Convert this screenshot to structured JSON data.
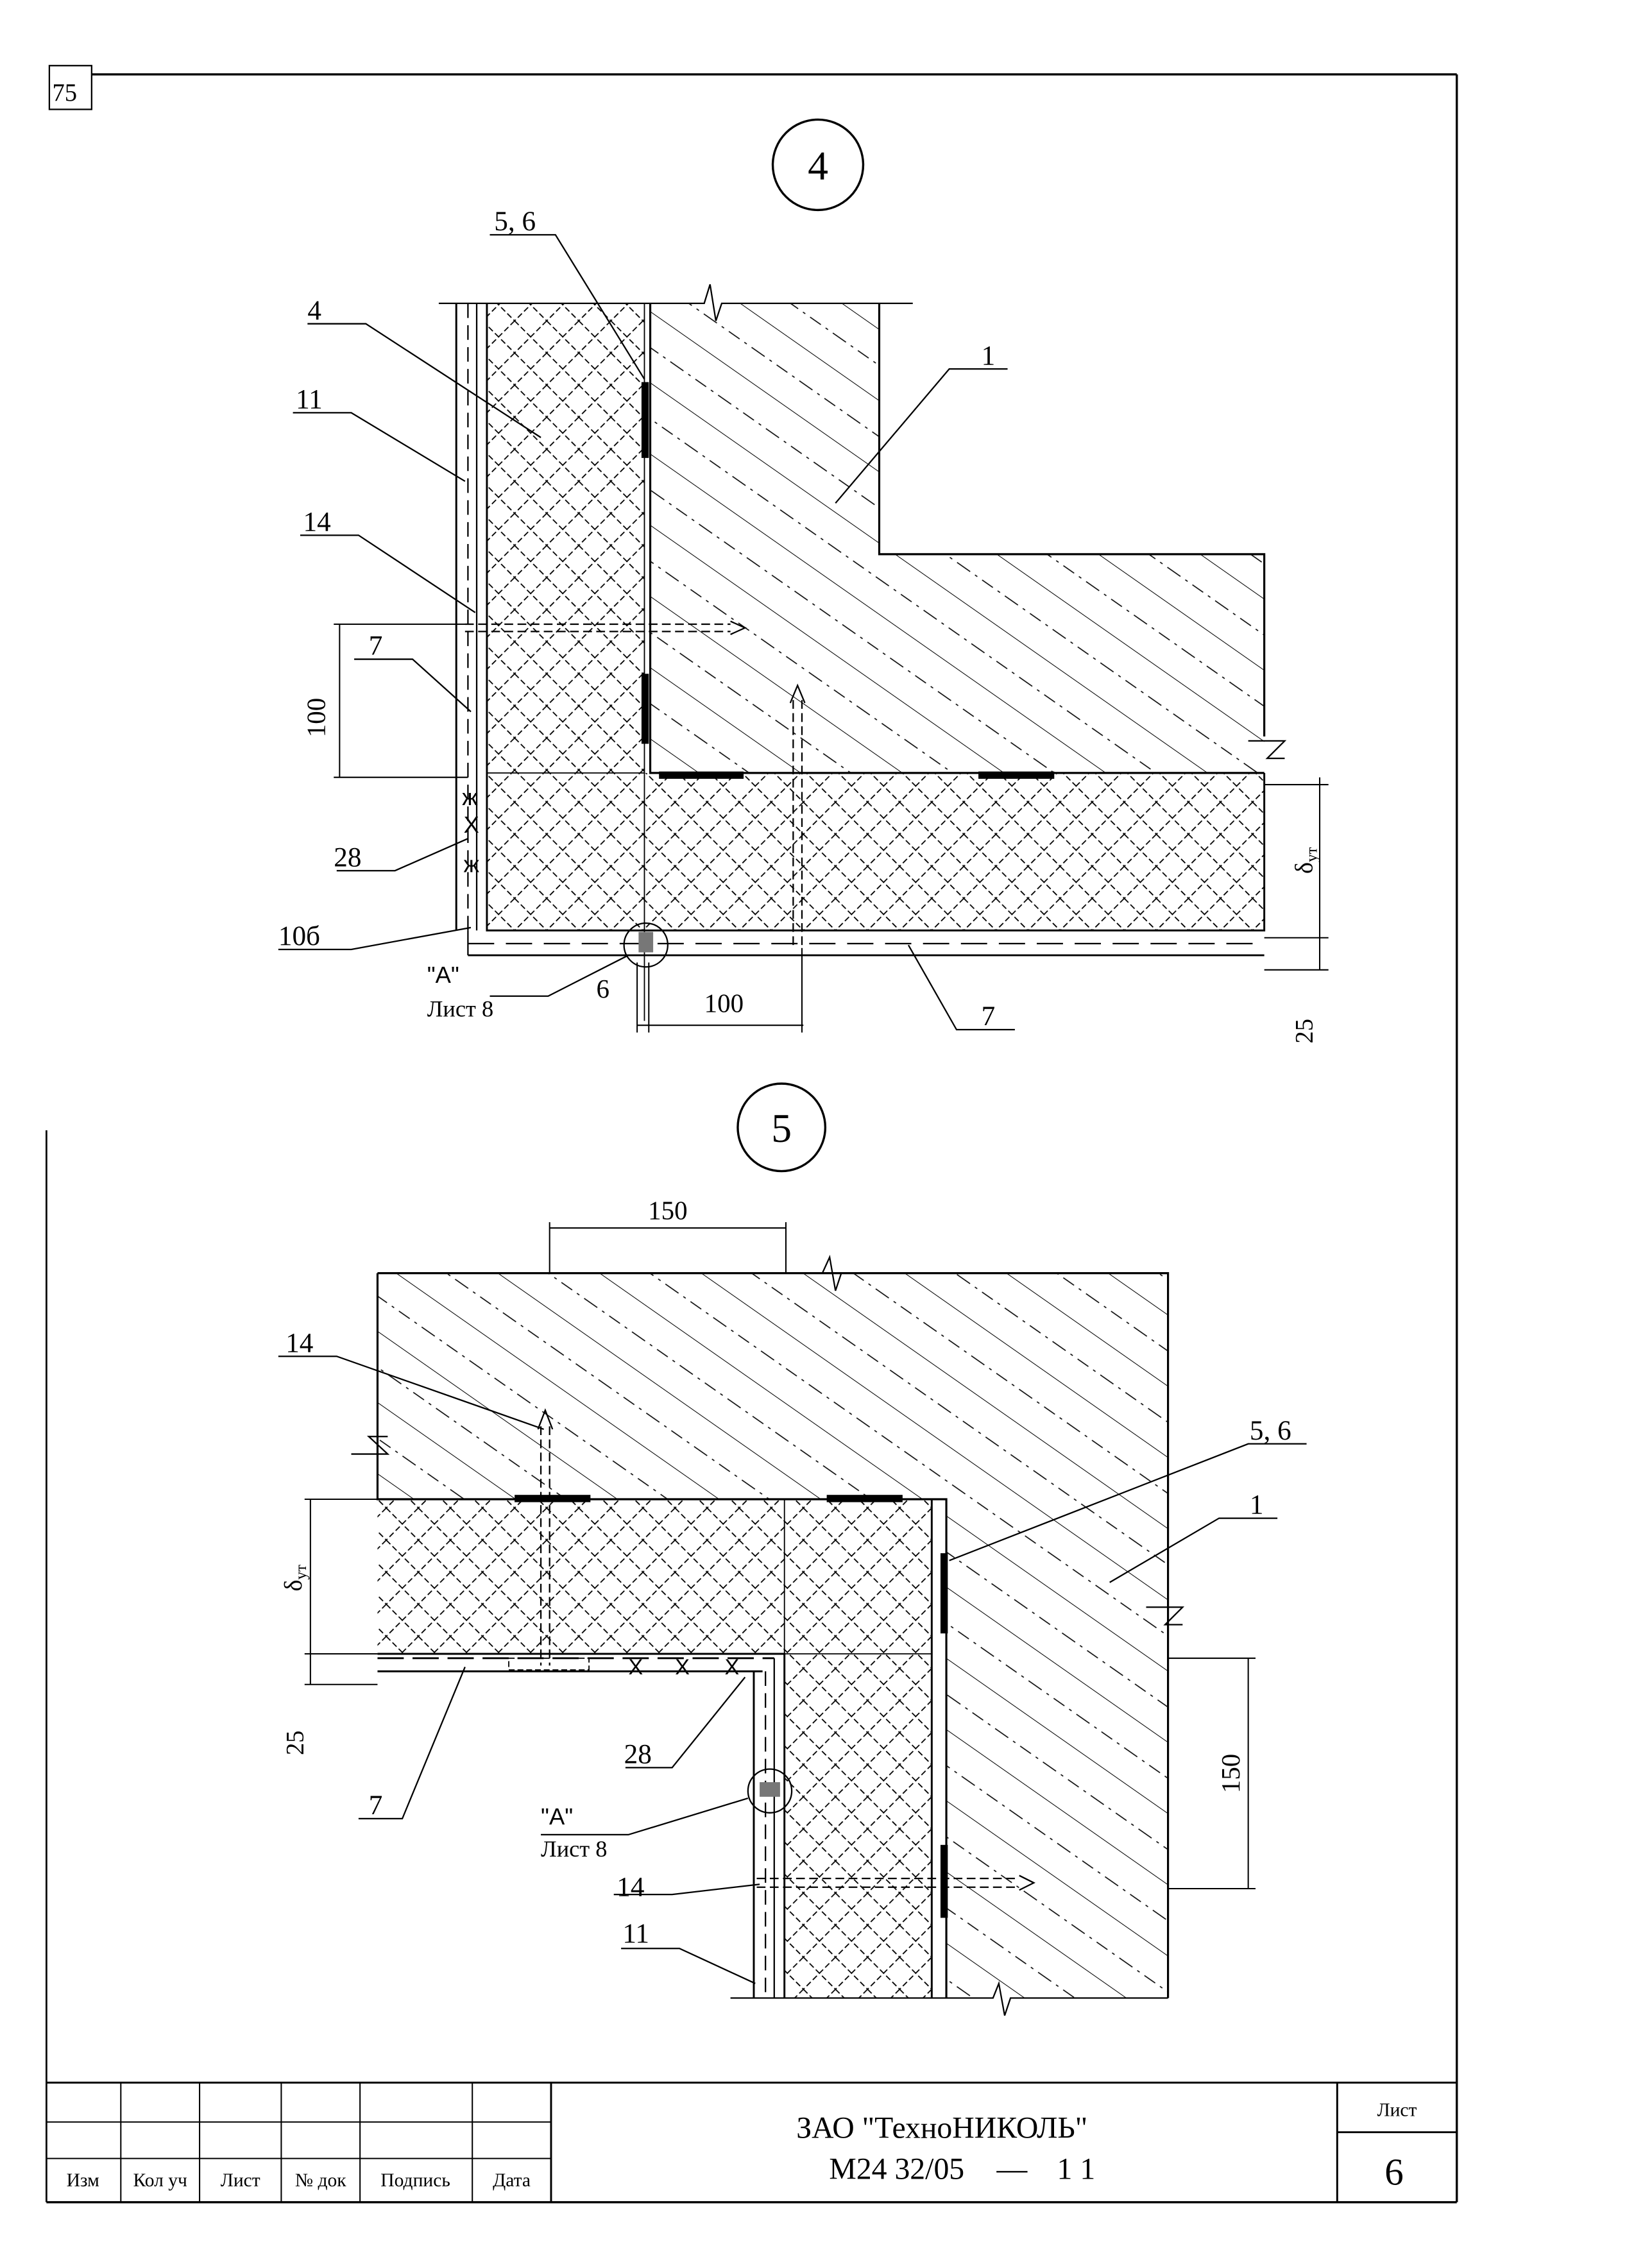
{
  "page_number": "75",
  "detail_4": {
    "marker": "4",
    "callouts": {
      "c56": "5, 6",
      "c4": "4",
      "c11": "11",
      "c1": "1",
      "c14": "14",
      "c7": "7",
      "c28": "28",
      "c10b": "10б",
      "ref_a": "\"А\"",
      "ref_sheet": "Лист 8",
      "c7b": "7"
    },
    "dims": {
      "d100v": "100",
      "d6": "6",
      "d100h": "100",
      "d25": "25",
      "dut_base": "δ",
      "dut_sub": "ут"
    }
  },
  "detail_5": {
    "marker": "5",
    "callouts": {
      "c14": "14",
      "c56": "5, 6",
      "c1": "1",
      "c7": "7",
      "c28": "28",
      "ref_a": "\"А\"",
      "ref_sheet": "Лист 8",
      "c14b": "14",
      "c11": "11"
    },
    "dims": {
      "d150top": "150",
      "d150right": "150",
      "d25": "25",
      "dut_base": "δ",
      "dut_sub": "ут"
    }
  },
  "title_block": {
    "columns": [
      "Изм",
      "Кол уч",
      "Лист",
      "№ док",
      "Подпись",
      "Дата"
    ],
    "org": "ЗАО \"ТехноНИКОЛЬ\"",
    "doc_code": "М24 32/05",
    "doc_dash": "—",
    "doc_num": "1 1",
    "sheet_label": "Лист",
    "sheet_number": "6"
  }
}
